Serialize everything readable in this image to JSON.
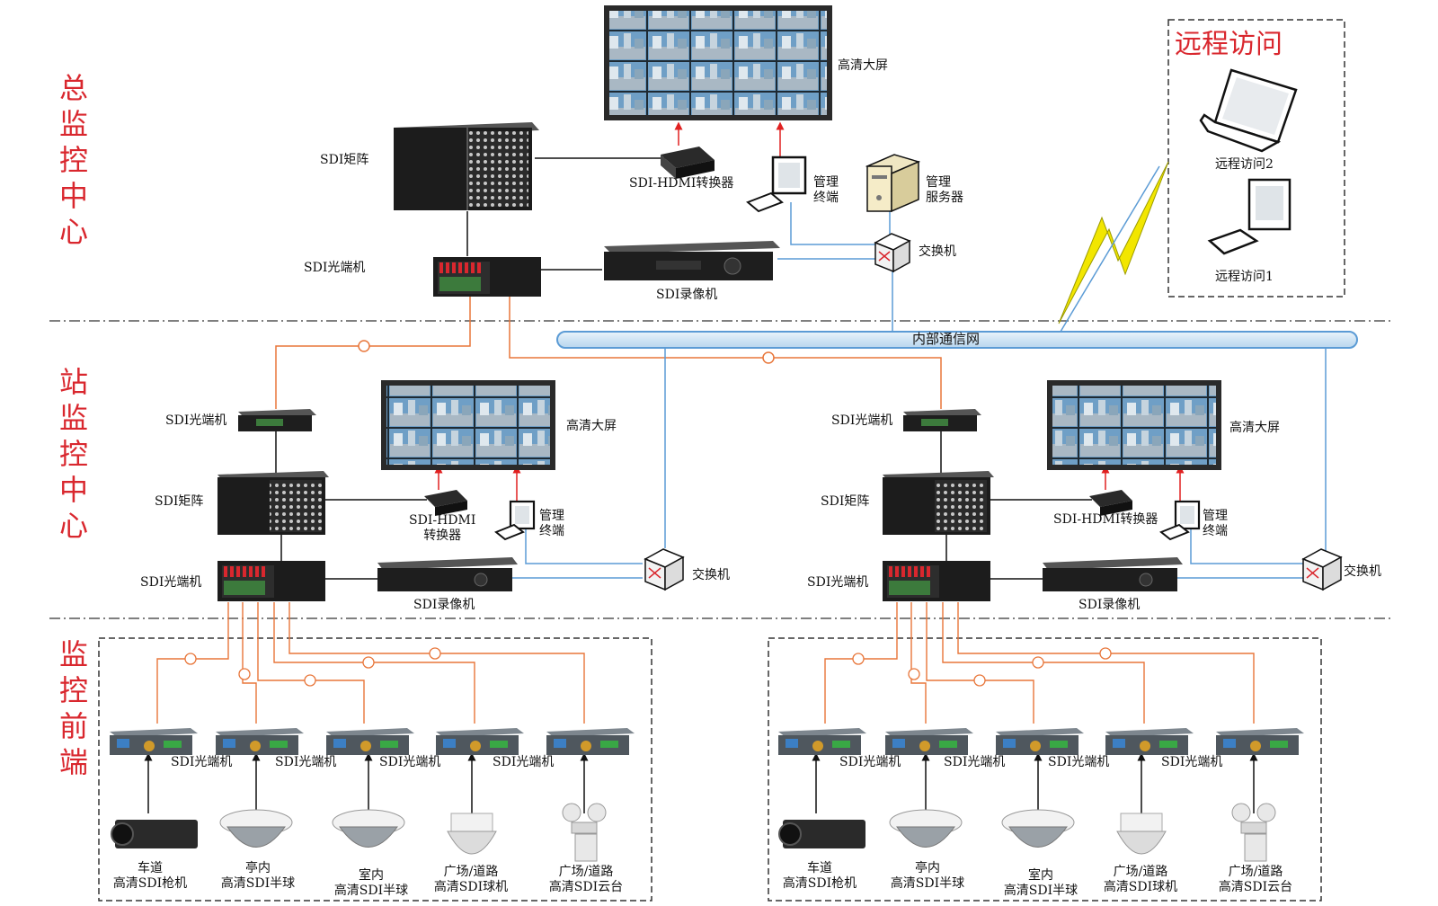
{
  "zones": {
    "headquarters": "总监控中心",
    "station": "站监控中心",
    "frontend": "监控前端"
  },
  "remote": {
    "title": "远程访问",
    "client2": "远程访问2",
    "client1": "远程访问1"
  },
  "network": {
    "label": "内部通信网"
  },
  "hq": {
    "screen": "高清大屏",
    "matrix": "SDI矩阵",
    "converter": "SDI-HDMI转换器",
    "terminal": "管理\n终端",
    "server": "管理\n服务器",
    "switch": "交换机",
    "optical": "SDI光端机",
    "recorder": "SDI录像机"
  },
  "station_left": {
    "optical_top": "SDI光端机",
    "matrix": "SDI矩阵",
    "screen": "高清大屏",
    "converter": "SDI-HDMI\n转换器",
    "terminal": "管理\n终端",
    "optical_bottom": "SDI光端机",
    "recorder": "SDI录像机",
    "switch": "交换机"
  },
  "station_right": {
    "optical_top": "SDI光端机",
    "matrix": "SDI矩阵",
    "screen": "高清大屏",
    "converter": "SDI-HDMI转换器",
    "terminal": "管理\n终端",
    "optical_bottom": "SDI光端机",
    "recorder": "SDI录像机",
    "switch": "交换机"
  },
  "frontend": {
    "transceiver": "SDI光端机",
    "cameras": [
      "车道\n高清SDI枪机",
      "亭内\n高清SDI半球",
      "室内\n高清SDI半球",
      "广场/道路\n高清SDI球机",
      "广场/道路\n高清SDI云台"
    ]
  },
  "colors": {
    "zone_text": "#d9272e",
    "fiber": "#e8763a",
    "ethernet": "#5b9bd5",
    "arrow": "#e02020",
    "bus_fill": "#d6eaf8",
    "bus_stroke": "#5b9bd5",
    "lightning": "#f2e600"
  }
}
